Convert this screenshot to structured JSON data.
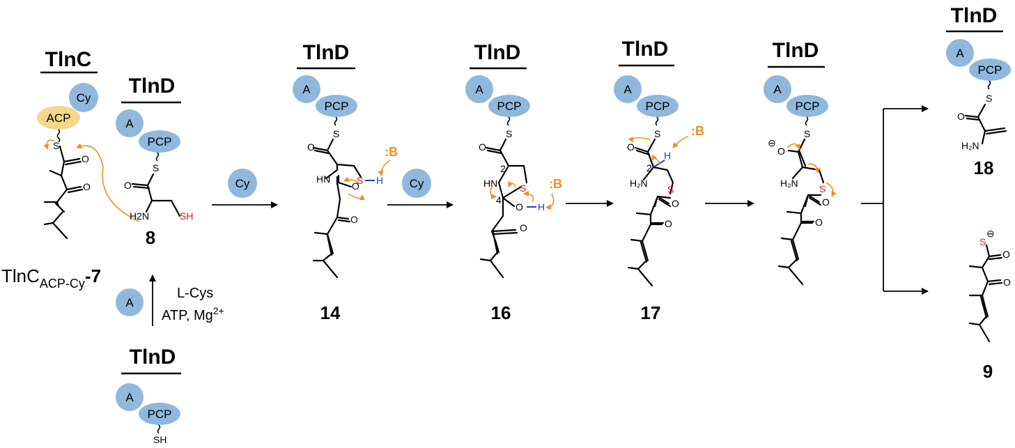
{
  "titles": {
    "tlnc": "TlnC",
    "tlnd_8": "TlnD",
    "tlnd_14": "TlnD",
    "tlnd_16": "TlnD",
    "tlnd_17": "TlnD",
    "tlnd_int": "TlnD",
    "tlnd_18": "TlnD",
    "tlnd_bottom": "TlnD"
  },
  "domains": {
    "cy": "Cy",
    "acp": "ACP",
    "a": "A",
    "pcp": "PCP"
  },
  "compounds": {
    "c7_prefix": "TlnC",
    "c7_sub": "ACP-Cy",
    "c7_suffix": "-7",
    "c8": "8",
    "c14": "14",
    "c16": "16",
    "c17": "17",
    "c18": "18",
    "c9": "9"
  },
  "reagents": {
    "line1": "L-Cys",
    "line2_prefix": "ATP, Mg",
    "line2_sup": "2+"
  },
  "atoms": {
    "S": "S",
    "SH": "SH",
    "O": "O",
    "H": "H",
    "HN": "HN",
    "H2N": "H2N",
    "NH2": "H₂N",
    "OH": "O",
    "base": ":B",
    "n2": "2",
    "n4": "4",
    "minus": "⊖"
  },
  "colors": {
    "domain_blue": "#8fb8dc",
    "acp_yellow": "#f5d78a",
    "arrow_orange": "#f0901e",
    "sulfur_red": "#d02020",
    "hydrogen_blue": "#1f3fbf"
  }
}
